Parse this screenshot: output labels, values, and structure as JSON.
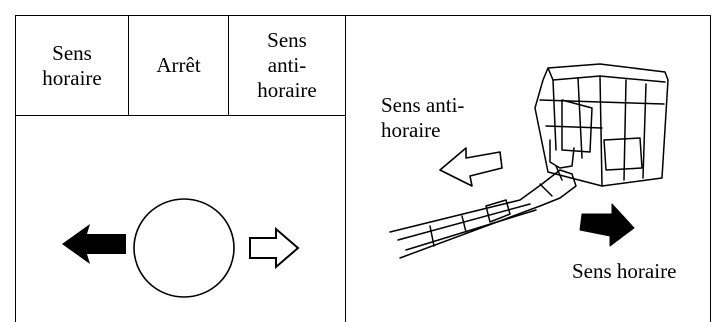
{
  "table": {
    "headers": {
      "clockwise": "Sens\nhoraire",
      "stop": "Arrêt",
      "counterclockwise": "Sens\nanti-\nhoraire"
    }
  },
  "illustration": {
    "label_counterclockwise": "Sens anti-\nhoraire",
    "label_clockwise": "Sens horaire"
  },
  "icons": {
    "left_arrow": "filled-left-arrow-icon",
    "circle": "dial-circle-icon",
    "right_arrow": "outline-right-arrow-icon",
    "device": "mixer-drive-unit-drawing"
  }
}
